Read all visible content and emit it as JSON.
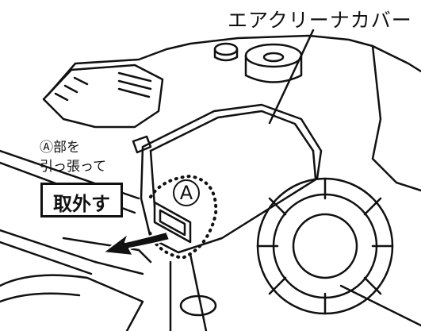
{
  "callout_label": "エアクリーナカバー",
  "instruction_line1": "Ⓐ部を",
  "instruction_line2": "引っ張って",
  "action_label": "取外す",
  "marker_label": "A",
  "colors": {
    "ink": "#111111",
    "arrow_fill": "#111111",
    "background": "#ffffff"
  }
}
